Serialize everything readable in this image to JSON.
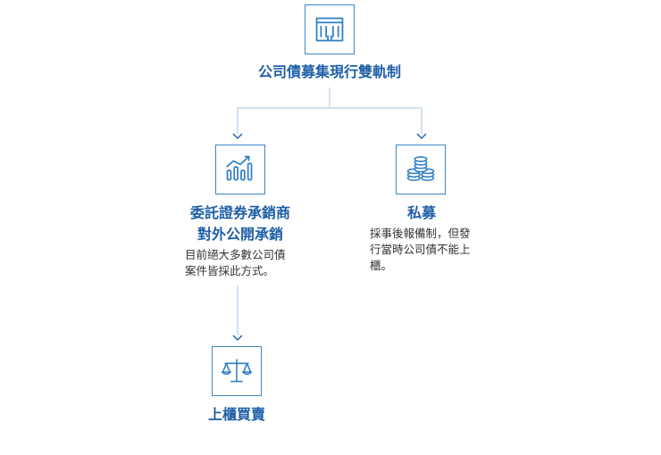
{
  "colors": {
    "accent": "#1f5fa8",
    "icon_stroke": "#2f7fc4",
    "connector": "#c5d9ea",
    "text": "#333333"
  },
  "root": {
    "title": "公司債募集現行雙軌制",
    "icon": "building-icon"
  },
  "branches": [
    {
      "icon": "rising-chart-icon",
      "title_lines": [
        "委託證券承銷商",
        "對外公開承銷"
      ],
      "description_lines": [
        "目前絕大多數公司債",
        "案件皆採此方式。"
      ]
    },
    {
      "icon": "coin-stack-icon",
      "title_lines": [
        "私募"
      ],
      "description_lines": [
        "採事後報備制，但發",
        "行當時公司債不能上",
        "櫃。"
      ]
    }
  ],
  "leaf": {
    "icon": "balance-scale-icon",
    "title": "上櫃買賣"
  }
}
